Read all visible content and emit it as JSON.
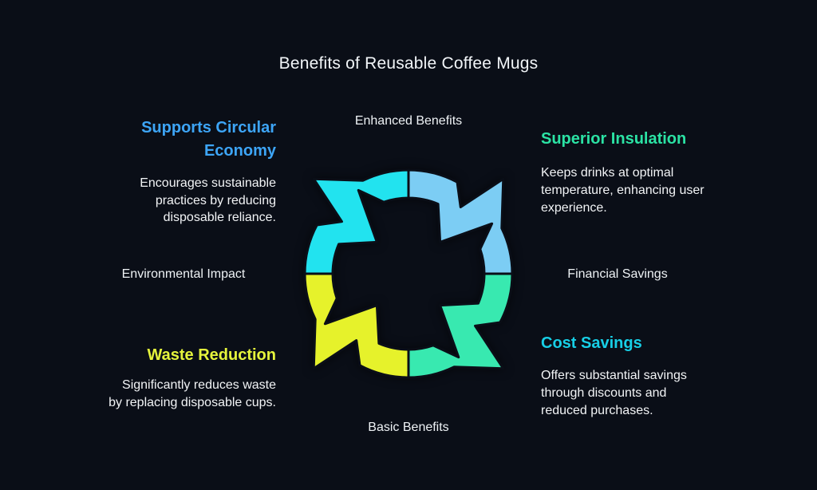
{
  "title": "Benefits of Reusable Coffee Mugs",
  "colors": {
    "background": "#0a0e17",
    "text": "#f0f3f6"
  },
  "diagram": {
    "name": "reusable-mug-benefits-cycle",
    "axis_labels": {
      "top": "Enhanced Benefits",
      "bottom": "Basic Benefits",
      "left": "Environmental Impact",
      "right": "Financial Savings"
    },
    "segments": [
      {
        "position": "top-left",
        "color": "#22e3ef"
      },
      {
        "position": "top-right",
        "color": "#7ccdf4"
      },
      {
        "position": "bottom-right",
        "color": "#38e9b0"
      },
      {
        "position": "bottom-left",
        "color": "#e6f22b"
      }
    ]
  },
  "sections": [
    {
      "position": "top-left",
      "heading": "Supports Circular\nEconomy",
      "heading_color": "#3da5f7",
      "body": "Encourages sustainable\npractices by reducing\ndisposable reliance."
    },
    {
      "position": "top-right",
      "heading": "Superior Insulation",
      "heading_color": "#2be2a4",
      "body": "Keeps drinks at optimal\ntemperature, enhancing user\nexperience."
    },
    {
      "position": "bottom-left",
      "heading": "Waste Reduction",
      "heading_color": "#e5f43c",
      "body": "Significantly reduces waste\nby replacing disposable cups."
    },
    {
      "position": "bottom-right",
      "heading": "Cost Savings",
      "heading_color": "#17cfe6",
      "body": "Offers substantial savings\nthrough discounts and\nreduced purchases."
    }
  ]
}
